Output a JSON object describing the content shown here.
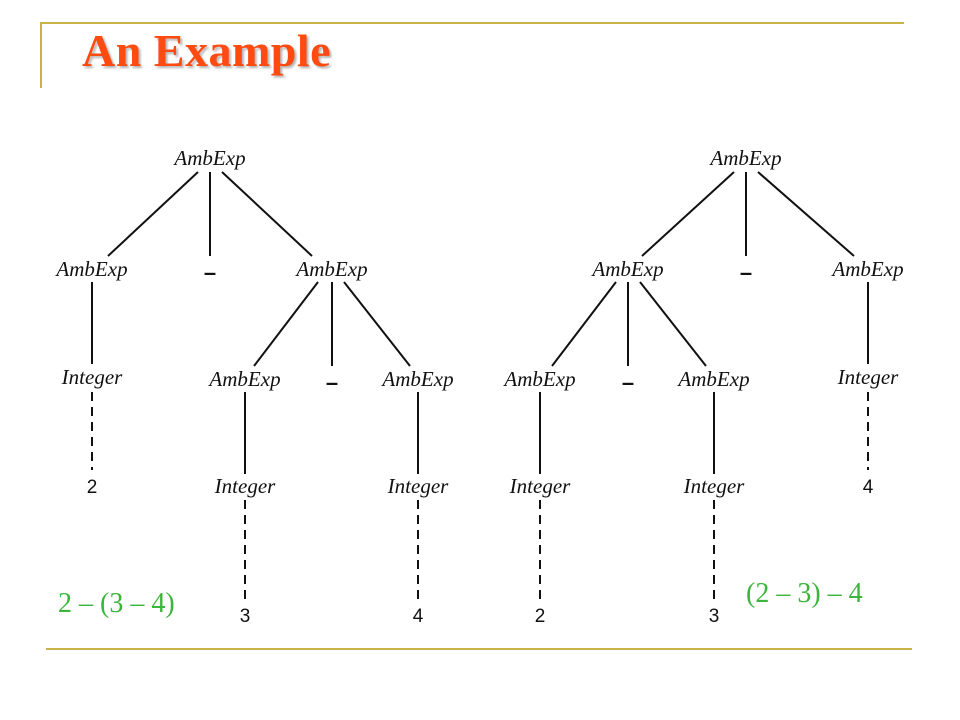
{
  "slide": {
    "title": "An Example"
  },
  "colors": {
    "title": "#ff4a10",
    "caption": "#3bb53b",
    "rule": "#c9b24a"
  },
  "labels": {
    "ambexp": "AmbExp",
    "integer": "Integer",
    "minus": "–"
  },
  "left_tree": {
    "caption": "2 – (3 – 4)",
    "leaves": [
      "2",
      "3",
      "4"
    ]
  },
  "right_tree": {
    "caption": "(2 – 3) – 4",
    "leaves": [
      "2",
      "3",
      "4"
    ]
  }
}
